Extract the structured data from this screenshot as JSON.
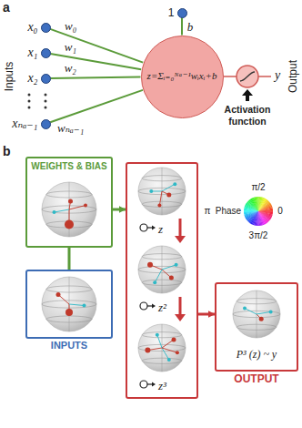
{
  "diagram": {
    "nodes": [
      {
        "text": [
          "x₀"
        ]
      },
      {
        "text": [
          "x₁"
        ]
      },
      {
        "text": [
          "x₂"
        ]
      },
      {
        "text": [
          "xₙₐ₋₁"
        ]
      },
      {
        "text": [
          "1"
        ]
      },
      {
        "text": [
          "z=Σᵢ₌₀ᴺᵃ⁻¹wᵢxᵢ+b"
        ]
      },
      {
        "text": [
          "WEIGHTS & BIAS"
        ]
      },
      {
        "text": [
          "INPUTS"
        ]
      },
      {
        "text": [
          "z",
          "z²",
          "z³"
        ]
      },
      {
        "text": [
          "P³ (z) ~ y",
          "OUTPUT"
        ]
      }
    ],
    "edges": [
      {
        "from": 0,
        "to": 5,
        "arrow": "none",
        "label": "w₀"
      },
      {
        "from": 1,
        "to": 5,
        "arrow": "none",
        "label": "w₁"
      },
      {
        "from": 2,
        "to": 5,
        "arrow": "none",
        "label": "w₂"
      },
      {
        "from": 3,
        "to": 5,
        "arrow": "none",
        "label": "wₙₐ₋₁"
      },
      {
        "from": 4,
        "to": 5,
        "arrow": "none",
        "label": "b"
      },
      {
        "from": 6,
        "to": 7,
        "arrow": "none"
      },
      {
        "from": 6,
        "to": 8,
        "arrow": "to"
      },
      {
        "from": 8,
        "to": 9,
        "arrow": "to"
      }
    ],
    "labels": [
      "a",
      "Inputs",
      "Output",
      "y",
      "Activation function",
      "b",
      "π/2",
      "π",
      "Phase",
      "0",
      "3π/2"
    ]
  }
}
